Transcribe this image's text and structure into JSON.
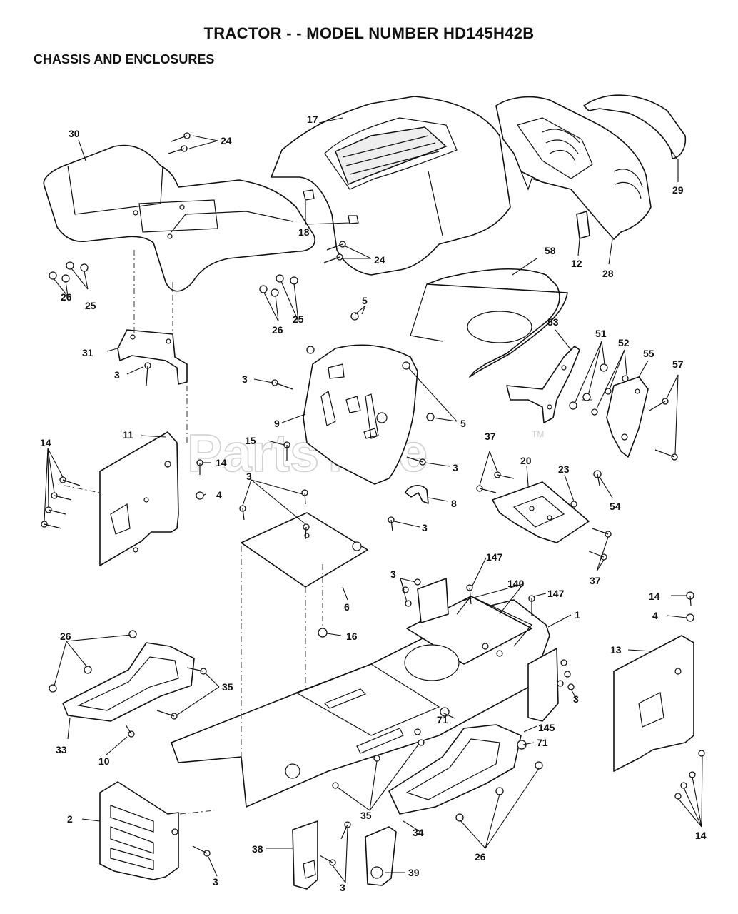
{
  "page": {
    "title": "TRACTOR - - MODEL NUMBER HD145H42B",
    "subtitle": "CHASSIS AND ENCLOSURES"
  },
  "watermark": {
    "text": "PartsTree",
    "trademark": "TM"
  },
  "callouts": {
    "c30": "30",
    "c24a": "24",
    "c24b": "24",
    "c17": "17",
    "c18": "18",
    "c29": "29",
    "c12": "12",
    "c28": "28",
    "c58": "58",
    "c26a": "26",
    "c25a": "25",
    "c26b": "26",
    "c25b": "25",
    "c5a": "5",
    "c5b": "5",
    "c31": "31",
    "c3a": "3",
    "c3b": "3",
    "c9": "9",
    "c53": "53",
    "c51": "51",
    "c52": "52",
    "c55": "55",
    "c57": "57",
    "c11": "11",
    "c14a": "14",
    "c15": "15",
    "c14b": "14",
    "c4a": "4",
    "c3c": "3",
    "c3d": "3",
    "c8": "8",
    "c37a": "37",
    "c20": "20",
    "c23": "23",
    "c54": "54",
    "c3e": "3",
    "c37b": "37",
    "c6": "6",
    "c147a": "147",
    "c140": "140",
    "c147b": "147",
    "c3f": "3",
    "c1": "1",
    "c14c": "14",
    "c4b": "4",
    "c13": "13",
    "c16": "16",
    "c26c": "26",
    "c35a": "35",
    "c33": "33",
    "c10": "10",
    "c71a": "71",
    "c145": "145",
    "c71b": "71",
    "c3g": "3",
    "c2": "2",
    "c35b": "35",
    "c34": "34",
    "c26d": "26",
    "c14d": "14",
    "c38": "38",
    "c39": "39",
    "c3h": "3",
    "c3i": "3"
  }
}
